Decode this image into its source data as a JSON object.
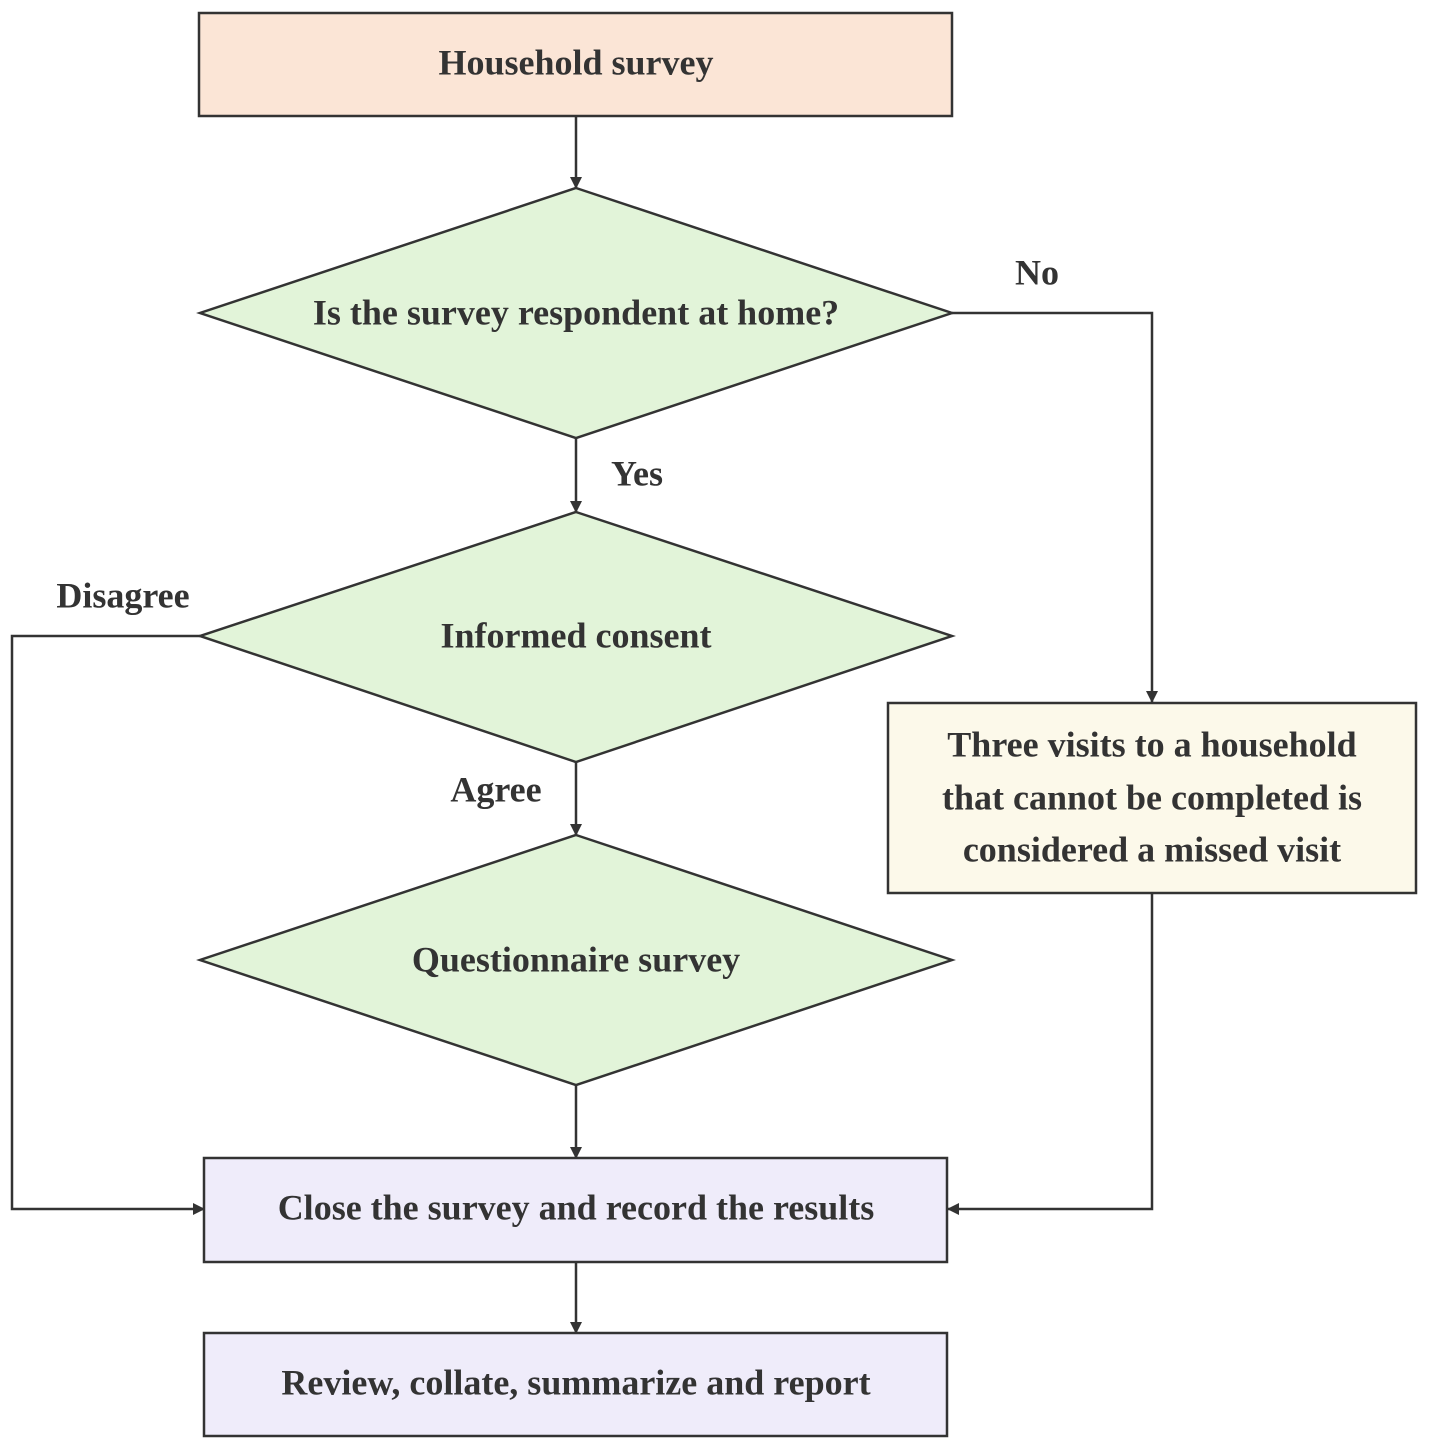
{
  "nodes": {
    "start": {
      "label": "Household survey",
      "fill": "#fbe5d6"
    },
    "q_home": {
      "label": "Is the survey respondent at home?",
      "fill": "#e2f4d9"
    },
    "q_consent": {
      "label": "Informed consent",
      "fill": "#e2f4d9"
    },
    "q_questionnaire": {
      "label": "Questionnaire survey",
      "fill": "#e2f4d9"
    },
    "missed": {
      "lines": [
        "Three visits to a household",
        "that cannot be completed is",
        "considered a missed visit"
      ],
      "fill": "#fcf9ea"
    },
    "close": {
      "label": "Close the survey and record the results",
      "fill": "#efecfa"
    },
    "review": {
      "label": "Review, collate, summarize and report",
      "fill": "#efecfa"
    }
  },
  "edge_labels": {
    "no": "No",
    "yes": "Yes",
    "disagree": "Disagree",
    "agree": "Agree"
  },
  "line_color": "#333333"
}
